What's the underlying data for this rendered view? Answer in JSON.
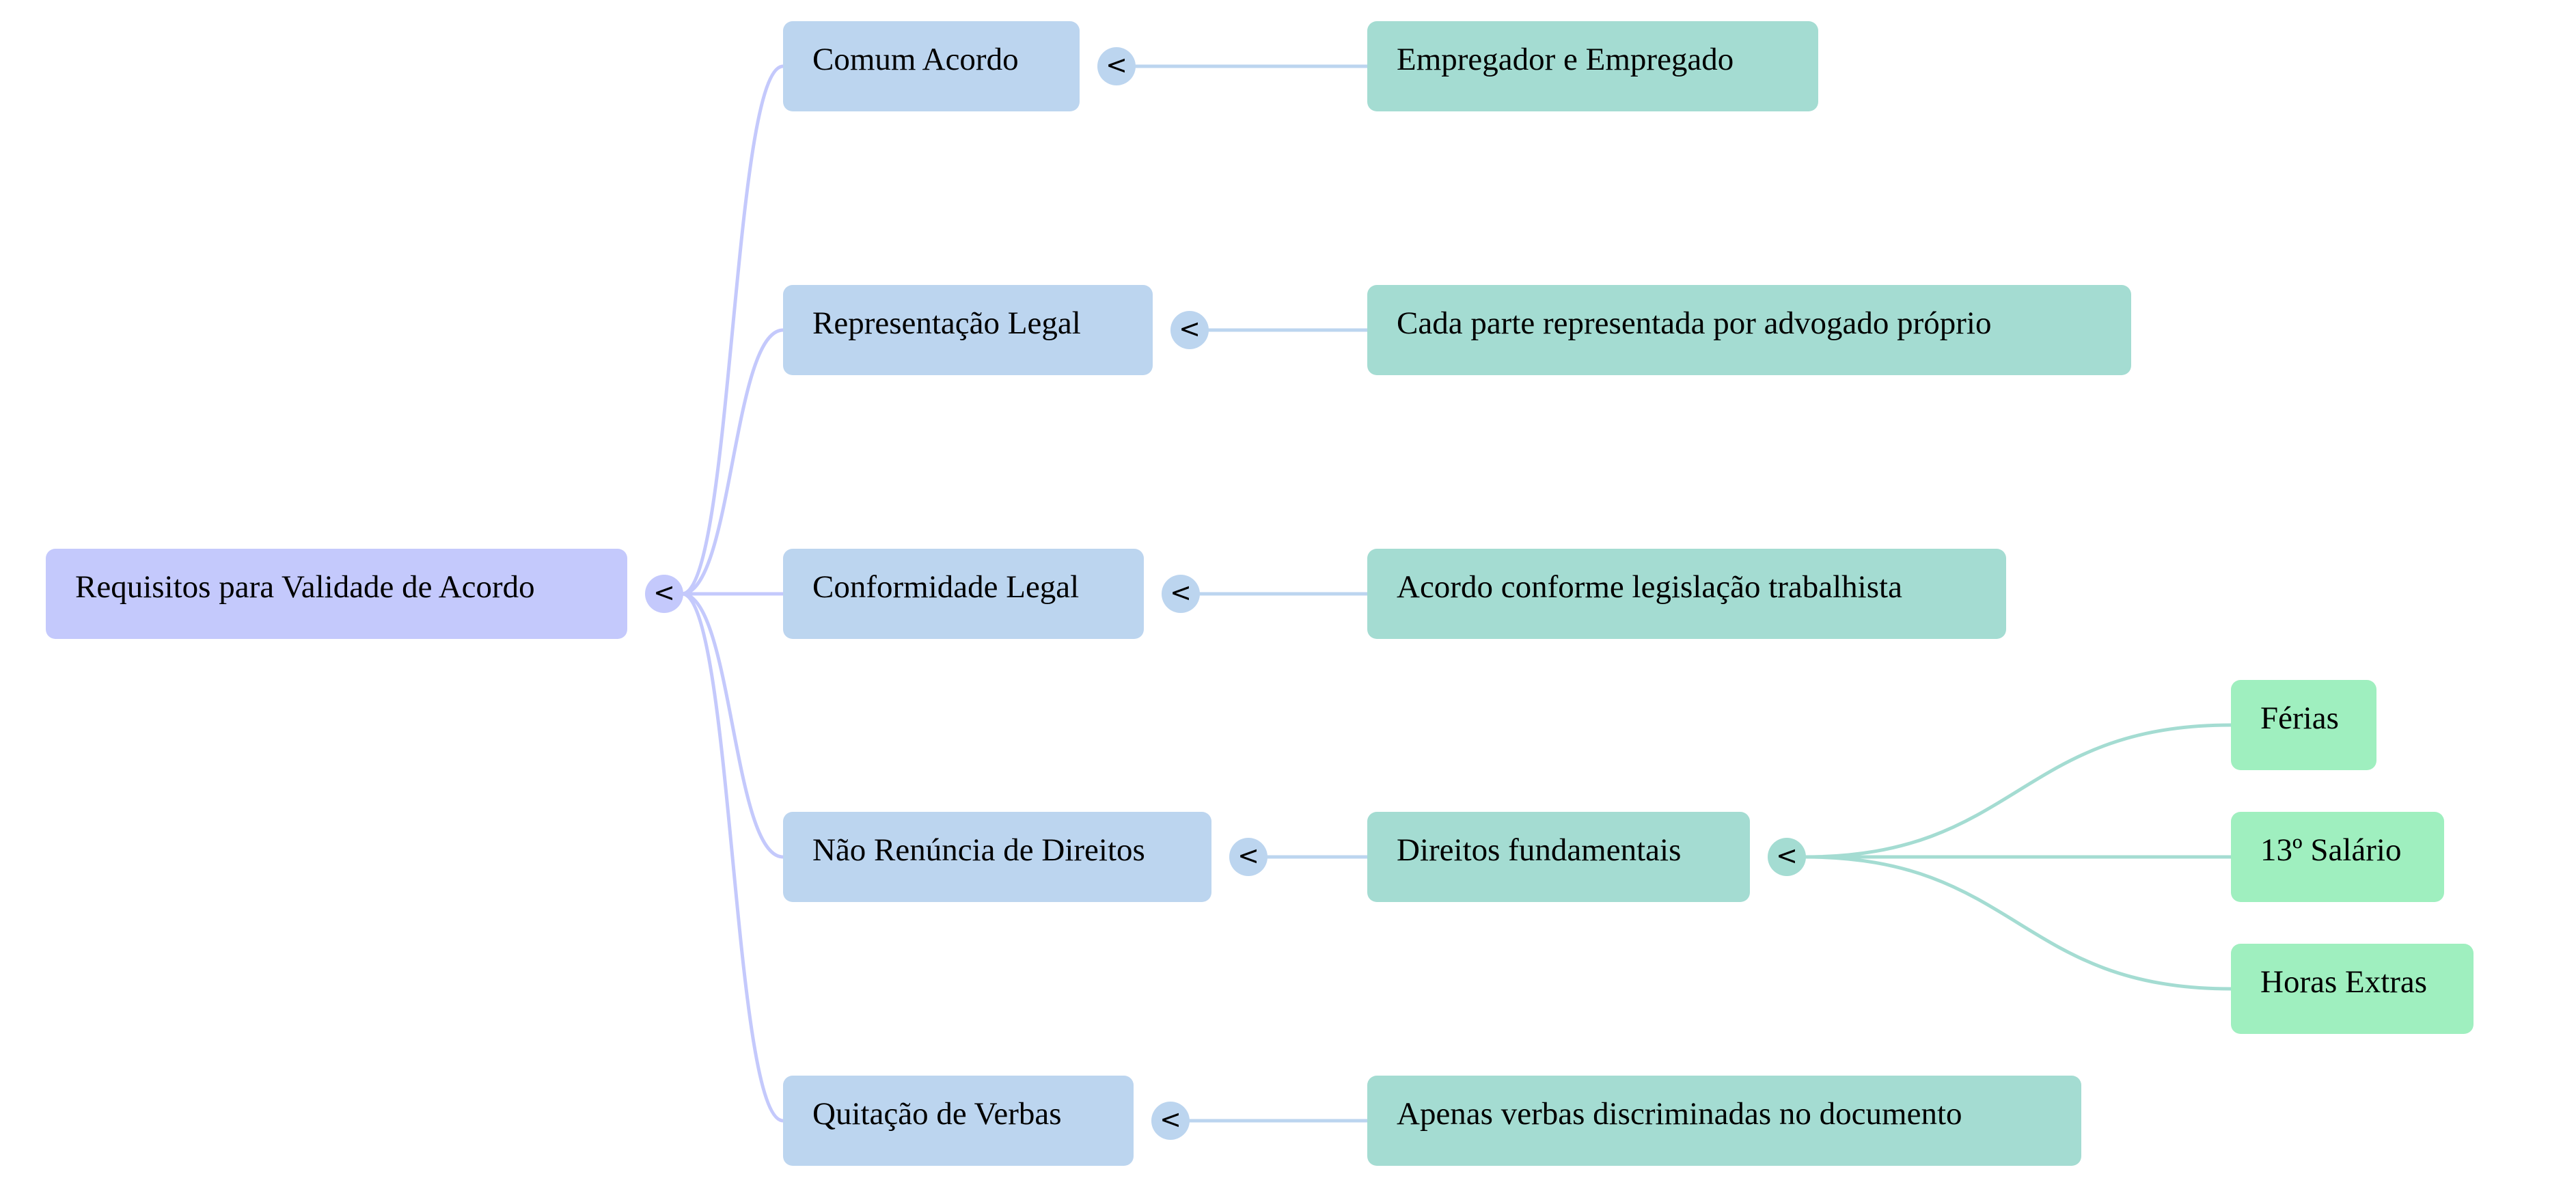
{
  "diagram": {
    "type": "mindmap",
    "colors": {
      "level0": "#c4c9fc",
      "level1": "#bcd5ef",
      "level2": "#a4dcd2",
      "level3": "#9fefbf",
      "text": "#000000"
    },
    "toggle_glyph": "<",
    "toggle_icon": "chevron-left-icon",
    "root": {
      "id": "root",
      "label": "Requisitos para Validade de Acordo",
      "children": [
        {
          "id": "comum-acordo",
          "label": "Comum Acordo",
          "children": [
            {
              "id": "empregador-empregado",
              "label": "Empregador e Empregado",
              "children": []
            }
          ]
        },
        {
          "id": "representacao-legal",
          "label": "Representação Legal",
          "children": [
            {
              "id": "cada-parte",
              "label": "Cada parte representada por advogado próprio",
              "children": []
            }
          ]
        },
        {
          "id": "conformidade-legal",
          "label": "Conformidade Legal",
          "children": [
            {
              "id": "acordo-conforme",
              "label": "Acordo conforme legislação trabalhista",
              "children": []
            }
          ]
        },
        {
          "id": "nao-renuncia",
          "label": "Não Renúncia de Direitos",
          "children": [
            {
              "id": "direitos-fundamentais",
              "label": "Direitos fundamentais",
              "children": [
                {
                  "id": "ferias",
                  "label": "Férias",
                  "children": []
                },
                {
                  "id": "decimo-terceiro",
                  "label": "13º Salário",
                  "children": []
                },
                {
                  "id": "horas-extras",
                  "label": "Horas Extras",
                  "children": []
                }
              ]
            }
          ]
        },
        {
          "id": "quitacao-verbas",
          "label": "Quitação de Verbas",
          "children": [
            {
              "id": "apenas-verbas",
              "label": "Apenas verbas discriminadas no documento",
              "children": []
            }
          ]
        }
      ]
    }
  }
}
